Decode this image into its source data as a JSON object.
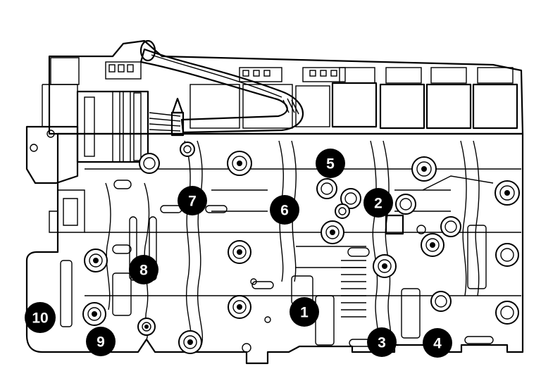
{
  "diagram": {
    "subject": "valve-body-assembly",
    "callouts": [
      {
        "id": "c1",
        "label": "1"
      },
      {
        "id": "c2",
        "label": "2"
      },
      {
        "id": "c3",
        "label": "3"
      },
      {
        "id": "c4",
        "label": "4"
      },
      {
        "id": "c5",
        "label": "5"
      },
      {
        "id": "c6",
        "label": "6"
      },
      {
        "id": "c7",
        "label": "7"
      },
      {
        "id": "c8",
        "label": "8"
      },
      {
        "id": "c9",
        "label": "9"
      },
      {
        "id": "c10",
        "label": "10"
      }
    ],
    "colors": {
      "line": "#000000",
      "background": "#ffffff",
      "callout_fill": "#000000",
      "callout_text": "#ffffff"
    }
  }
}
